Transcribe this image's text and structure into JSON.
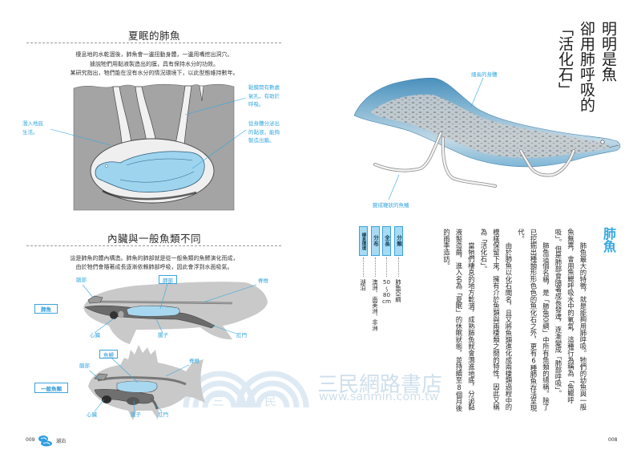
{
  "colors": {
    "accent_blue": "#35a8e0",
    "fact_box_fill": "#a6dbf3",
    "fact_box_border": "#3aa3dc",
    "body_text": "#262626",
    "diagram_gray": "#c9c9c9",
    "burrow_gray": "#a4a4a4",
    "lung_blue": "#a8d8f0",
    "watermark": "#cfe0ec"
  },
  "left_page": {
    "aestivation": {
      "title": "夏眠的肺魚",
      "intro": [
        "棲息地的水乾涸後，肺魚會一邊扭動身體，一邊用嘴挖出洞穴。",
        "據說牠們用黏液製造出的膜，具有保持水分的功效。",
        "某研究指出，牠們能在沒有水分的情況環境下，以此型態維持數年。"
      ],
      "labels": {
        "mucus_holes": [
          "黏膜開有數處",
          "氣孔，有助於",
          "呼吸。"
        ],
        "underground": [
          "潛入地底",
          "生活。"
        ],
        "cocoon": [
          "從身體分泌出",
          "的黏液，能夠",
          "製造出繭。"
        ]
      }
    },
    "anatomy": {
      "title": "內臟與一般魚類不同",
      "intro": [
        "這是肺魚的體內構造。肺魚的肺部就是從一般魚類的魚鰾演化而成，",
        "由於牠們會隨著成長逐漸依賴肺部呼吸，因此會浮到水面吸氣。"
      ],
      "lungfish": {
        "tag": "肺魚",
        "labels": {
          "brain": "腦部",
          "lung": "肺部",
          "spine": "脊椎",
          "heart": "心臟",
          "intestine": "腸子",
          "anus": "肛門"
        }
      },
      "ordinary_fish": {
        "tag": "一般魚類",
        "labels": {
          "swim_bladder": "魚鰾",
          "brain": "腦部",
          "spine": "脊椎",
          "heart": "心臟",
          "intestine": "腸子",
          "anus": "肛門"
        }
      }
    },
    "footer": {
      "page_number": "009",
      "chapter": "湖泊",
      "chapter_icon": "wave-icon"
    }
  },
  "right_page": {
    "headline": [
      "明明是魚",
      "卻用肺呼吸的",
      "「活化石」"
    ],
    "illustration_labels": {
      "body": "細長的身體",
      "fins": "變成鞭狀的魚鰭"
    },
    "article": {
      "title": "肺魚",
      "columns": [
        "肺魚最大的特徵，就是能夠用肺呼吸。牠們的幼魚與一般",
        "魚無異，會用魚鰓呼吸水中的氧氣，這種行為稱為「魚鰓呼",
        "吸」。但是肺部會隨著成長發達，逐漸變成「肺部呼吸」。",
        "肺魚這個名稱，是「肺魚亞綱」中所有魚類的總稱。除了",
        "已挖掘出種類形形色色的魚化石之外，更有6種肺魚存活至現",
        "代。",
        "由於肺魚以化石聞名，且又將魚類進化成兩棲類過程中的",
        "模樣保留下來，擁有介於魚類與兩棲類之間的特性，因此又稱",
        "為「活化石」。",
        "當牠們棲息的地方乾涸，成熟肺魚就會潛進地底，分泌黏",
        "液製造繭，進入名為「夏眠」的休眠狀態，並持續至8個月後",
        "的雨季造訪。"
      ]
    },
    "facts": [
      {
        "label": "分類",
        "value": "肺魚亞綱"
      },
      {
        "label": "全長",
        "value": "50～80 cm",
        "value_parts": [
          "50",
          "～",
          "80",
          "cm"
        ]
      },
      {
        "label": "分布",
        "value": "澳洲、南美洲、非洲"
      },
      {
        "label": "棲息環境",
        "value": "湖泊"
      }
    ],
    "footer": {
      "page_number": "008"
    }
  },
  "watermark": {
    "brand": "三民網路書店",
    "url": "www.sanmin.com.tw",
    "marks": [
      "三",
      "民"
    ]
  }
}
